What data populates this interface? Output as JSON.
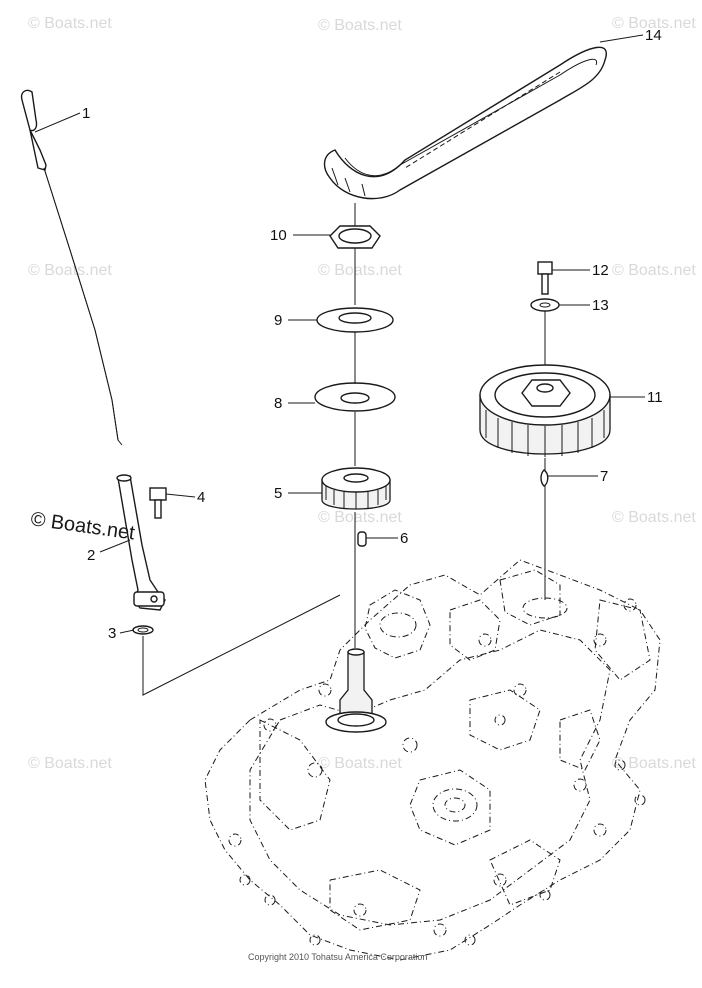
{
  "watermark": "© Boats.net",
  "watermark_main": "© Boats.net",
  "copyright": "Copyright 2010 Tohatsu America Corporation",
  "callouts": {
    "p1": "1",
    "p2": "2",
    "p3": "3",
    "p4": "4",
    "p5": "5",
    "p6": "6",
    "p7": "7",
    "p8": "8",
    "p9": "9",
    "p10": "10",
    "p11": "11",
    "p12": "12",
    "p13": "13",
    "p14": "14"
  }
}
